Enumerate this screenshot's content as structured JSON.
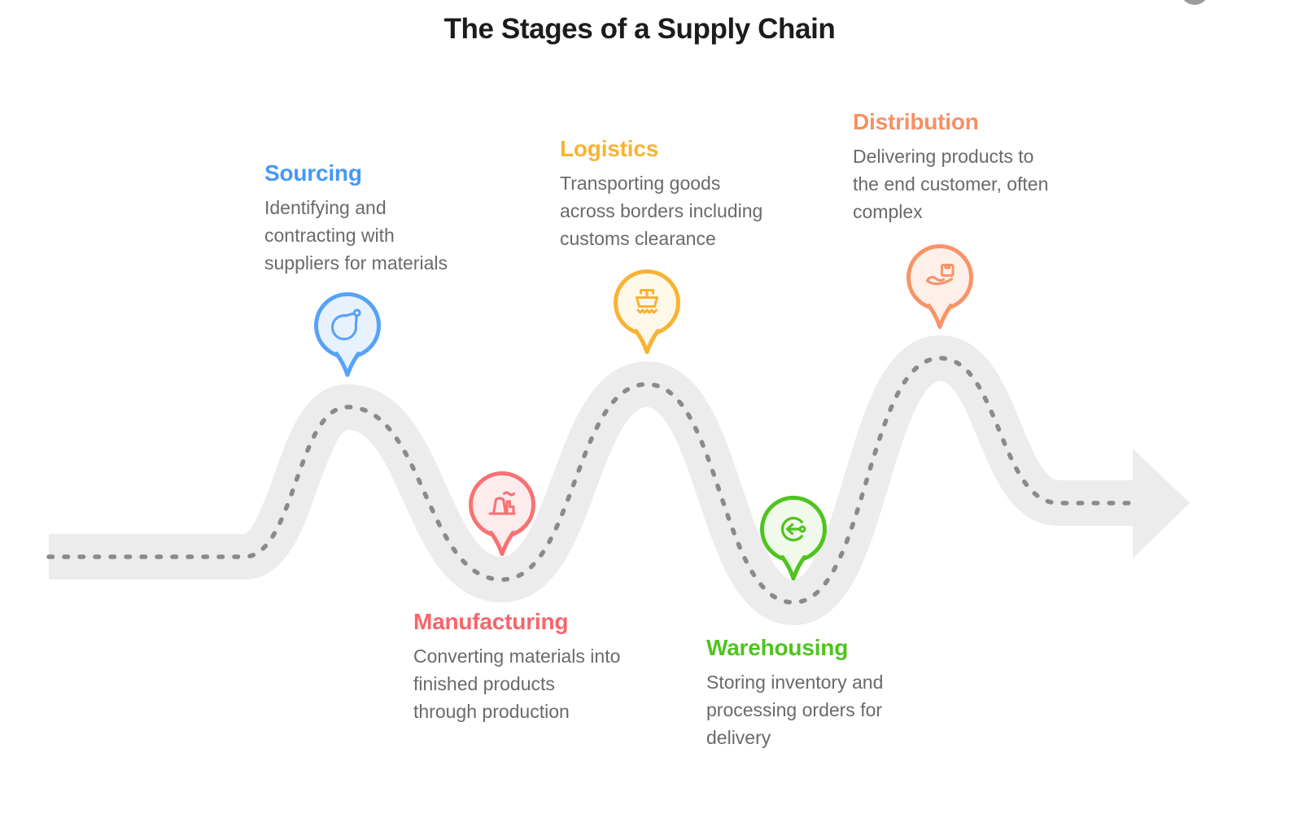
{
  "title": "The Stages of a Supply Chain",
  "stages": [
    {
      "name": "Sourcing",
      "description": "Identifying and contracting with suppliers for materials",
      "desc_lines": [
        "Identifying and",
        "contracting with",
        "suppliers for materials"
      ],
      "color": "#4499f7",
      "tint": "#e8f2fe",
      "icon": "satellite-dish-icon"
    },
    {
      "name": "Manufacturing",
      "description": "Converting materials into finished products through production",
      "desc_lines": [
        "Converting materials into",
        "finished products",
        "through production"
      ],
      "color": "#f96468",
      "tint": "#fdecec",
      "icon": "factory-icon"
    },
    {
      "name": "Logistics",
      "description": "Transporting goods across borders including customs clearance",
      "desc_lines": [
        "Transporting goods",
        "across borders including",
        "customs clearance"
      ],
      "color": "#f9b233",
      "tint": "#fef8e9",
      "icon": "cargo-ship-icon"
    },
    {
      "name": "Warehousing",
      "description": "Storing inventory and processing orders for delivery",
      "desc_lines": [
        "Storing inventory and",
        "processing orders for",
        "delivery"
      ],
      "color": "#4fc41e",
      "tint": "#f0f9ea",
      "icon": "inbound-arrow-icon"
    },
    {
      "name": "Distribution",
      "description": "Delivering products to the end customer, often complex",
      "desc_lines": [
        "Delivering products to",
        "the end customer, often",
        "complex"
      ],
      "color": "#f88f63",
      "tint": "#fdf0e8",
      "icon": "hand-package-icon"
    }
  ],
  "road": {
    "band_color": "#ececec",
    "dash_color": "#8a8a8a",
    "end_marker": "right-arrowhead"
  }
}
